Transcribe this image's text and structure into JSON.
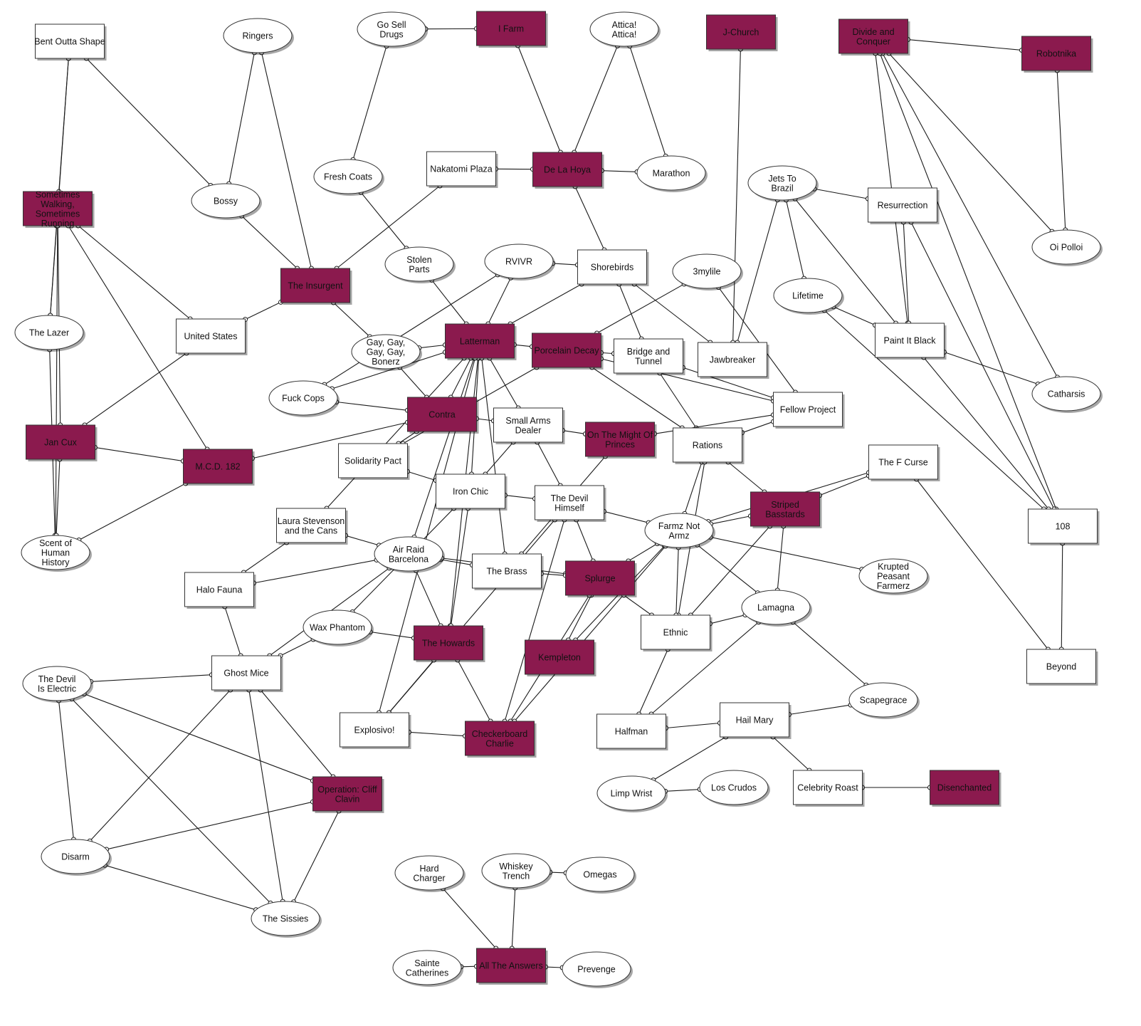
{
  "colors": {
    "band": "#8b1a4e",
    "plain": "#ffffff",
    "line": "#1a1a1a"
  },
  "nodes": [
    {
      "id": "bent",
      "label": "Bent Outta Shape",
      "shape": "rect",
      "band": false
    },
    {
      "id": "ringers",
      "label": "Ringers",
      "shape": "ellipse",
      "band": false
    },
    {
      "id": "gosell",
      "label": "Go Sell Drugs",
      "shape": "ellipse",
      "band": false
    },
    {
      "id": "ifarm",
      "label": "I Farm",
      "shape": "rect",
      "band": true
    },
    {
      "id": "attica",
      "label": "Attica! Attica!",
      "shape": "ellipse",
      "band": false
    },
    {
      "id": "jchurch",
      "label": "J-Church",
      "shape": "rect",
      "band": true
    },
    {
      "id": "divide",
      "label": "Divide and Conquer",
      "shape": "rect",
      "band": true
    },
    {
      "id": "robotnika",
      "label": "Robotnika",
      "shape": "rect",
      "band": true
    },
    {
      "id": "sometimes",
      "label": "Sometimes Walking, Sometimes Running",
      "shape": "rect",
      "band": true
    },
    {
      "id": "bossy",
      "label": "Bossy",
      "shape": "ellipse",
      "band": false
    },
    {
      "id": "freshcoats",
      "label": "Fresh Coats",
      "shape": "ellipse",
      "band": false
    },
    {
      "id": "nakatomi",
      "label": "Nakatomi Plaza",
      "shape": "rect",
      "band": false
    },
    {
      "id": "delahoya",
      "label": "De La Hoya",
      "shape": "rect",
      "band": true
    },
    {
      "id": "marathon",
      "label": "Marathon",
      "shape": "ellipse",
      "band": false
    },
    {
      "id": "jets",
      "label": "Jets To Brazil",
      "shape": "ellipse",
      "band": false
    },
    {
      "id": "resurrection",
      "label": "Resurrection",
      "shape": "rect",
      "band": false
    },
    {
      "id": "oipolloi",
      "label": "Oi Polloi",
      "shape": "ellipse",
      "band": false
    },
    {
      "id": "stolen",
      "label": "Stolen Parts",
      "shape": "ellipse",
      "band": false
    },
    {
      "id": "rvivr",
      "label": "RVIVR",
      "shape": "ellipse",
      "band": false
    },
    {
      "id": "shorebirds",
      "label": "Shorebirds",
      "shape": "rect",
      "band": false
    },
    {
      "id": "3mylile",
      "label": "3mylile",
      "shape": "ellipse",
      "band": false
    },
    {
      "id": "insurgent",
      "label": "The Insurgent",
      "shape": "rect",
      "band": true
    },
    {
      "id": "lifetime",
      "label": "Lifetime",
      "shape": "ellipse",
      "band": false
    },
    {
      "id": "lazer",
      "label": "The Lazer",
      "shape": "ellipse",
      "band": false
    },
    {
      "id": "us",
      "label": "United States",
      "shape": "rect",
      "band": false
    },
    {
      "id": "gaygay",
      "label": "Gay, Gay, Gay, Gay, Bonerz",
      "shape": "ellipse",
      "band": false
    },
    {
      "id": "latterman",
      "label": "Latterman",
      "shape": "rect",
      "band": true
    },
    {
      "id": "porcelain",
      "label": "Porcelain Decay",
      "shape": "rect",
      "band": true
    },
    {
      "id": "bridge",
      "label": "Bridge and Tunnel",
      "shape": "rect",
      "band": false
    },
    {
      "id": "jawbreaker",
      "label": "Jawbreaker",
      "shape": "rect",
      "band": false
    },
    {
      "id": "paint",
      "label": "Paint It Black",
      "shape": "rect",
      "band": false
    },
    {
      "id": "catharsis",
      "label": "Catharsis",
      "shape": "ellipse",
      "band": false
    },
    {
      "id": "fuckcops",
      "label": "Fuck Cops",
      "shape": "ellipse",
      "band": false
    },
    {
      "id": "contra",
      "label": "Contra",
      "shape": "rect",
      "band": true
    },
    {
      "id": "smallarms",
      "label": "Small Arms Dealer",
      "shape": "rect",
      "band": false
    },
    {
      "id": "fellow",
      "label": "Fellow Project",
      "shape": "rect",
      "band": false
    },
    {
      "id": "jancux",
      "label": "Jan Cux",
      "shape": "rect",
      "band": true
    },
    {
      "id": "mcd",
      "label": "M.C.D. 182",
      "shape": "rect",
      "band": true
    },
    {
      "id": "solidarity",
      "label": "Solidarity Pact",
      "shape": "rect",
      "band": false
    },
    {
      "id": "mightprinces",
      "label": "On The Might Of Princes",
      "shape": "rect",
      "band": true
    },
    {
      "id": "rations",
      "label": "Rations",
      "shape": "rect",
      "band": false
    },
    {
      "id": "fcurse",
      "label": "The F Curse",
      "shape": "rect",
      "band": false
    },
    {
      "id": "ironchic",
      "label": "Iron Chic",
      "shape": "rect",
      "band": false
    },
    {
      "id": "devilhimself",
      "label": "The Devil Himself",
      "shape": "rect",
      "band": false
    },
    {
      "id": "striped",
      "label": "Striped Basstards",
      "shape": "rect",
      "band": true
    },
    {
      "id": "n108",
      "label": "108",
      "shape": "rect",
      "band": false
    },
    {
      "id": "laura",
      "label": "Laura Stevenson and the Cans",
      "shape": "rect",
      "band": false
    },
    {
      "id": "farmz",
      "label": "Farmz Not Armz",
      "shape": "ellipse",
      "band": false
    },
    {
      "id": "scent",
      "label": "Scent of Human History",
      "shape": "ellipse",
      "band": false
    },
    {
      "id": "airraid",
      "label": "Air Raid Barcelona",
      "shape": "ellipse",
      "band": false
    },
    {
      "id": "brass",
      "label": "The Brass",
      "shape": "rect",
      "band": false
    },
    {
      "id": "krupted",
      "label": "Krupted Peasant Farmerz",
      "shape": "ellipse",
      "band": false
    },
    {
      "id": "halofauna",
      "label": "Halo Fauna",
      "shape": "rect",
      "band": false
    },
    {
      "id": "splurge",
      "label": "Splurge",
      "shape": "rect",
      "band": true
    },
    {
      "id": "lamagna",
      "label": "Lamagna",
      "shape": "ellipse",
      "band": false
    },
    {
      "id": "wax",
      "label": "Wax Phantom",
      "shape": "ellipse",
      "band": false
    },
    {
      "id": "ethnic",
      "label": "Ethnic",
      "shape": "rect",
      "band": false
    },
    {
      "id": "howards",
      "label": "The Howards",
      "shape": "rect",
      "band": true
    },
    {
      "id": "kempleton",
      "label": "Kempleton",
      "shape": "rect",
      "band": true
    },
    {
      "id": "beyond",
      "label": "Beyond",
      "shape": "rect",
      "band": false
    },
    {
      "id": "ghostmice",
      "label": "Ghost Mice",
      "shape": "rect",
      "band": false
    },
    {
      "id": "devilelectric",
      "label": "The Devil Is Electric",
      "shape": "ellipse",
      "band": false
    },
    {
      "id": "scapegrace",
      "label": "Scapegrace",
      "shape": "ellipse",
      "band": false
    },
    {
      "id": "explosivo",
      "label": "Explosivo!",
      "shape": "rect",
      "band": false
    },
    {
      "id": "checkerboard",
      "label": "Checkerboard Charlie",
      "shape": "rect",
      "band": true
    },
    {
      "id": "halfman",
      "label": "Halfman",
      "shape": "rect",
      "band": false
    },
    {
      "id": "hailmary",
      "label": "Hail Mary",
      "shape": "rect",
      "band": false
    },
    {
      "id": "cliff",
      "label": "Operation: Cliff Clavin",
      "shape": "rect",
      "band": true
    },
    {
      "id": "limpwrist",
      "label": "Limp Wrist",
      "shape": "ellipse",
      "band": false
    },
    {
      "id": "loscrudos",
      "label": "Los Crudos",
      "shape": "ellipse",
      "band": false
    },
    {
      "id": "celebrity",
      "label": "Celebrity Roast",
      "shape": "rect",
      "band": false
    },
    {
      "id": "disenchanted",
      "label": "Disenchanted",
      "shape": "rect",
      "band": true
    },
    {
      "id": "disarm",
      "label": "Disarm",
      "shape": "ellipse",
      "band": false
    },
    {
      "id": "sissies",
      "label": "The Sissies",
      "shape": "ellipse",
      "band": false
    },
    {
      "id": "hardcharger",
      "label": "Hard Charger",
      "shape": "ellipse",
      "band": false
    },
    {
      "id": "whiskey",
      "label": "Whiskey Trench",
      "shape": "ellipse",
      "band": false
    },
    {
      "id": "omegas",
      "label": "Omegas",
      "shape": "ellipse",
      "band": false
    },
    {
      "id": "sainte",
      "label": "Sainte Catherines",
      "shape": "ellipse",
      "band": false
    },
    {
      "id": "allanswers",
      "label": "All The Answers",
      "shape": "rect",
      "band": true
    },
    {
      "id": "prevenge",
      "label": "Prevenge",
      "shape": "ellipse",
      "band": false
    }
  ],
  "edges": [
    [
      "bent",
      "sometimes"
    ],
    [
      "bent",
      "lazer"
    ],
    [
      "bent",
      "bossy"
    ],
    [
      "ringers",
      "bossy"
    ],
    [
      "ringers",
      "insurgent"
    ],
    [
      "gosell",
      "ifarm"
    ],
    [
      "gosell",
      "freshcoats"
    ],
    [
      "ifarm",
      "delahoya"
    ],
    [
      "attica",
      "delahoya"
    ],
    [
      "attica",
      "marathon"
    ],
    [
      "jchurch",
      "jawbreaker"
    ],
    [
      "divide",
      "robotnika"
    ],
    [
      "divide",
      "oipolloi"
    ],
    [
      "divide",
      "paint"
    ],
    [
      "divide",
      "catharsis"
    ],
    [
      "divide",
      "n108"
    ],
    [
      "robotnika",
      "oipolloi"
    ],
    [
      "sometimes",
      "lazer"
    ],
    [
      "sometimes",
      "jancux"
    ],
    [
      "sometimes",
      "scent"
    ],
    [
      "sometimes",
      "us"
    ],
    [
      "sometimes",
      "mcd"
    ],
    [
      "bossy",
      "insurgent"
    ],
    [
      "freshcoats",
      "stolen"
    ],
    [
      "nakatomi",
      "delahoya"
    ],
    [
      "nakatomi",
      "insurgent"
    ],
    [
      "delahoya",
      "marathon"
    ],
    [
      "delahoya",
      "shorebirds"
    ],
    [
      "jets",
      "resurrection"
    ],
    [
      "jets",
      "lifetime"
    ],
    [
      "jets",
      "jawbreaker"
    ],
    [
      "jets",
      "paint"
    ],
    [
      "resurrection",
      "paint"
    ],
    [
      "resurrection",
      "n108"
    ],
    [
      "stolen",
      "latterman"
    ],
    [
      "rvivr",
      "shorebirds"
    ],
    [
      "rvivr",
      "latterman"
    ],
    [
      "rvivr",
      "fuckcops"
    ],
    [
      "shorebirds",
      "latterman"
    ],
    [
      "shorebirds",
      "bridge"
    ],
    [
      "shorebirds",
      "jawbreaker"
    ],
    [
      "3mylile",
      "porcelain"
    ],
    [
      "3mylile",
      "fellow"
    ],
    [
      "insurgent",
      "us"
    ],
    [
      "insurgent",
      "gaygay"
    ],
    [
      "lifetime",
      "paint"
    ],
    [
      "lifetime",
      "n108"
    ],
    [
      "lazer",
      "scent"
    ],
    [
      "us",
      "jancux"
    ],
    [
      "gaygay",
      "latterman"
    ],
    [
      "gaygay",
      "contra"
    ],
    [
      "latterman",
      "porcelain"
    ],
    [
      "latterman",
      "fuckcops"
    ],
    [
      "latterman",
      "contra"
    ],
    [
      "latterman",
      "smallarms"
    ],
    [
      "latterman",
      "ironchic"
    ],
    [
      "latterman",
      "laura"
    ],
    [
      "latterman",
      "airraid"
    ],
    [
      "latterman",
      "brass"
    ],
    [
      "latterman",
      "howards"
    ],
    [
      "latterman",
      "explosivo"
    ],
    [
      "porcelain",
      "bridge"
    ],
    [
      "porcelain",
      "fellow"
    ],
    [
      "porcelain",
      "rations"
    ],
    [
      "porcelain",
      "solidarity"
    ],
    [
      "bridge",
      "fellow"
    ],
    [
      "bridge",
      "rations"
    ],
    [
      "paint",
      "catharsis"
    ],
    [
      "paint",
      "n108"
    ],
    [
      "fuckcops",
      "contra"
    ],
    [
      "contra",
      "smallarms"
    ],
    [
      "contra",
      "mcd"
    ],
    [
      "contra",
      "solidarity"
    ],
    [
      "smallarms",
      "mightprinces"
    ],
    [
      "smallarms",
      "ironchic"
    ],
    [
      "smallarms",
      "devilhimself"
    ],
    [
      "fellow",
      "rations"
    ],
    [
      "fellow",
      "mightprinces"
    ],
    [
      "jancux",
      "mcd"
    ],
    [
      "jancux",
      "scent"
    ],
    [
      "mcd",
      "scent"
    ],
    [
      "solidarity",
      "ironchic"
    ],
    [
      "mightprinces",
      "brass"
    ],
    [
      "rations",
      "farmz"
    ],
    [
      "rations",
      "striped"
    ],
    [
      "rations",
      "ethnic"
    ],
    [
      "fcurse",
      "striped"
    ],
    [
      "fcurse",
      "farmz"
    ],
    [
      "fcurse",
      "beyond"
    ],
    [
      "ironchic",
      "devilhimself"
    ],
    [
      "ironchic",
      "howards"
    ],
    [
      "ironchic",
      "wax"
    ],
    [
      "devilhimself",
      "farmz"
    ],
    [
      "devilhimself",
      "splurge"
    ],
    [
      "devilhimself",
      "checkerboard"
    ],
    [
      "devilhimself",
      "explosivo"
    ],
    [
      "striped",
      "farmz"
    ],
    [
      "striped",
      "lamagna"
    ],
    [
      "striped",
      "ethnic"
    ],
    [
      "n108",
      "beyond"
    ],
    [
      "laura",
      "airraid"
    ],
    [
      "laura",
      "halofauna"
    ],
    [
      "farmz",
      "krupted"
    ],
    [
      "farmz",
      "splurge"
    ],
    [
      "farmz",
      "lamagna"
    ],
    [
      "farmz",
      "ethnic"
    ],
    [
      "farmz",
      "kempleton"
    ],
    [
      "farmz",
      "checkerboard"
    ],
    [
      "airraid",
      "brass"
    ],
    [
      "airraid",
      "halofauna"
    ],
    [
      "airraid",
      "howards"
    ],
    [
      "airraid",
      "ghostmice"
    ],
    [
      "airraid",
      "splurge"
    ],
    [
      "brass",
      "splurge"
    ],
    [
      "halofauna",
      "ghostmice"
    ],
    [
      "splurge",
      "ethnic"
    ],
    [
      "splurge",
      "kempleton"
    ],
    [
      "splurge",
      "checkerboard"
    ],
    [
      "lamagna",
      "ethnic"
    ],
    [
      "lamagna",
      "scapegrace"
    ],
    [
      "lamagna",
      "halfman"
    ],
    [
      "wax",
      "howards"
    ],
    [
      "wax",
      "ghostmice"
    ],
    [
      "ethnic",
      "halfman"
    ],
    [
      "howards",
      "checkerboard"
    ],
    [
      "howards",
      "explosivo"
    ],
    [
      "ghostmice",
      "devilelectric"
    ],
    [
      "ghostmice",
      "cliff"
    ],
    [
      "ghostmice",
      "disarm"
    ],
    [
      "ghostmice",
      "sissies"
    ],
    [
      "devilelectric",
      "cliff"
    ],
    [
      "devilelectric",
      "disarm"
    ],
    [
      "devilelectric",
      "sissies"
    ],
    [
      "explosivo",
      "checkerboard"
    ],
    [
      "halfman",
      "hailmary"
    ],
    [
      "hailmary",
      "scapegrace"
    ],
    [
      "hailmary",
      "celebrity"
    ],
    [
      "hailmary",
      "limpwrist"
    ],
    [
      "cliff",
      "disarm"
    ],
    [
      "cliff",
      "sissies"
    ],
    [
      "limpwrist",
      "loscrudos"
    ],
    [
      "celebrity",
      "disenchanted"
    ],
    [
      "disarm",
      "sissies"
    ],
    [
      "hardcharger",
      "allanswers"
    ],
    [
      "whiskey",
      "allanswers"
    ],
    [
      "whiskey",
      "omegas"
    ],
    [
      "sainte",
      "allanswers"
    ],
    [
      "allanswers",
      "prevenge"
    ]
  ]
}
